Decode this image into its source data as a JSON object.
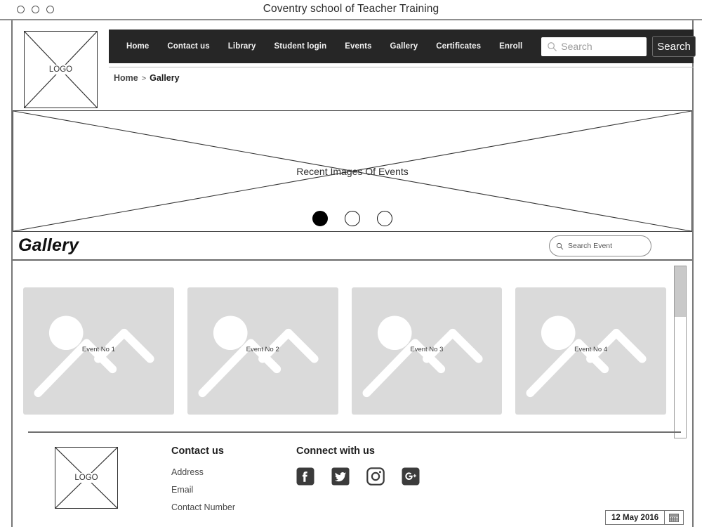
{
  "window": {
    "title": "Coventry school of Teacher Training",
    "controls": [
      "circle",
      "circle",
      "circle"
    ]
  },
  "header": {
    "logo_label": "LOGO",
    "nav_items": [
      {
        "label": "Home"
      },
      {
        "label": "Contact us"
      },
      {
        "label": "Library"
      },
      {
        "label": "Student login"
      },
      {
        "label": "Events"
      },
      {
        "label": "Gallery"
      },
      {
        "label": "Certificates"
      },
      {
        "label": "Enroll"
      }
    ],
    "search": {
      "value": "",
      "placeholder": "Search",
      "button_label": "Search",
      "icon": "search-icon"
    }
  },
  "breadcrumb": {
    "home": "Home",
    "separator": ">",
    "current": "Gallery"
  },
  "banner": {
    "label": "Recent Images Of Events",
    "dots": [
      {
        "active": true
      },
      {
        "active": false
      },
      {
        "active": false
      }
    ]
  },
  "gallery": {
    "title": "Gallery",
    "search": {
      "value": "",
      "placeholder": "Search Event",
      "icon": "search-icon"
    },
    "cards": [
      {
        "label": "Event No 1"
      },
      {
        "label": "Event No 2"
      },
      {
        "label": "Event No 3"
      },
      {
        "label": "Event No 4"
      }
    ]
  },
  "footer": {
    "logo_label": "LOGO",
    "contact": {
      "heading": "Contact us",
      "lines": [
        "Address",
        "Email",
        "Contact Number"
      ]
    },
    "social": {
      "heading": "Connect with us",
      "icons": [
        {
          "name": "facebook-icon"
        },
        {
          "name": "twitter-icon"
        },
        {
          "name": "instagram-icon"
        },
        {
          "name": "googleplus-icon"
        }
      ]
    }
  },
  "status": {
    "date": "12 May 2016",
    "calendar_icon": "calendar-icon"
  },
  "colors": {
    "nav_bg": "#262626",
    "card_bg": "#dadada",
    "frame_border": "#777777",
    "text": "#222222"
  }
}
